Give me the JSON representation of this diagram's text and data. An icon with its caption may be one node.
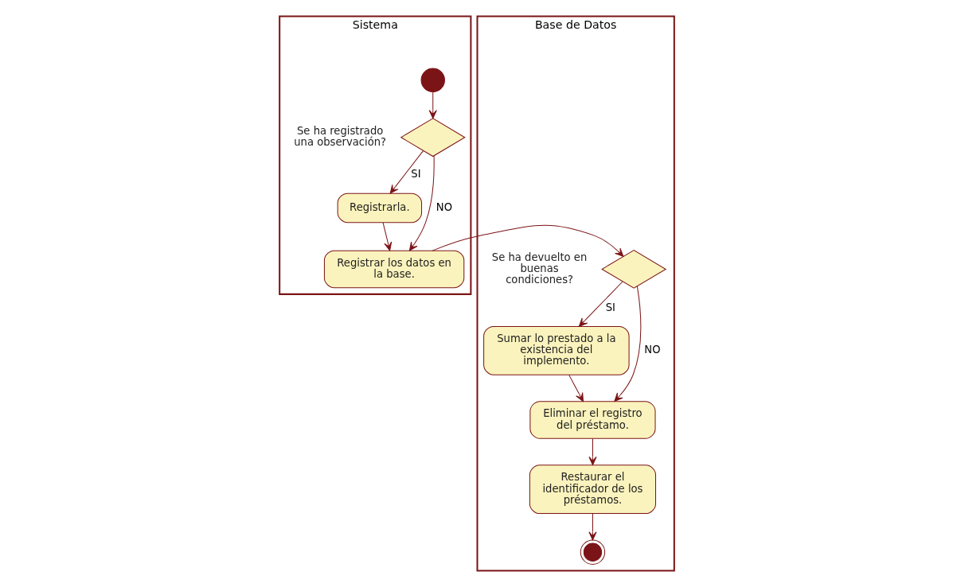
{
  "diagram": {
    "nodes": [
      {
        "text": [
          "Sistema"
        ]
      },
      {
        "text": [
          "Base de Datos"
        ]
      },
      {
        "text": [],
        "shape": "circle",
        "in": 0
      },
      {
        "text": [],
        "shape": "diamond",
        "in": 0,
        "beside": [
          "Se ha registrado una observación?"
        ]
      },
      {
        "text": [
          "Registrarla."
        ],
        "in": 0
      },
      {
        "text": [
          "Registrar los datos en la base."
        ],
        "in": 0
      },
      {
        "text": [],
        "shape": "diamond",
        "in": 1,
        "beside": [
          "Se ha devuelto en buenas condiciones?"
        ]
      },
      {
        "text": [
          "Sumar lo prestado a la existencia del implemento."
        ],
        "in": 1
      },
      {
        "text": [
          "Eliminar el registro del préstamo."
        ],
        "in": 1
      },
      {
        "text": [
          "Restaurar el identificador de los préstamos."
        ],
        "in": 1
      },
      {
        "text": [],
        "shape": "circle",
        "in": 1
      }
    ],
    "edges": [
      {
        "from": 2,
        "to": 3,
        "arrow": "to"
      },
      {
        "from": 3,
        "to": 4,
        "arrow": "to",
        "label": "SI"
      },
      {
        "from": 4,
        "to": 5,
        "arrow": "to"
      },
      {
        "from": 3,
        "to": 5,
        "arrow": "to",
        "label": "NO"
      },
      {
        "from": 5,
        "to": 6,
        "arrow": "to"
      },
      {
        "from": 6,
        "to": 7,
        "arrow": "to",
        "label": "SI"
      },
      {
        "from": 6,
        "to": 8,
        "arrow": "to",
        "label": "NO"
      },
      {
        "from": 7,
        "to": 8,
        "arrow": "to"
      },
      {
        "from": 8,
        "to": 9,
        "arrow": "to"
      },
      {
        "from": 9,
        "to": 10,
        "arrow": "to"
      }
    ]
  }
}
